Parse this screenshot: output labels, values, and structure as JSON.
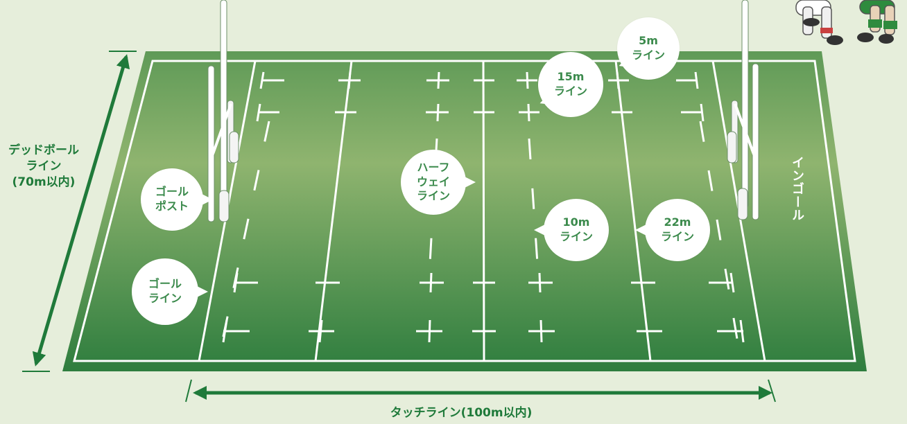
{
  "dimensions": {
    "deadball": [
      "デッドボール",
      "ライン",
      "(70m以内)"
    ],
    "touch": "タッチライン(100m以内)"
  },
  "labels": {
    "goal_post": [
      "ゴール",
      "ポスト"
    ],
    "goal_line": [
      "ゴール",
      "ライン"
    ],
    "halfway": [
      "ハーフ",
      "ウェイ",
      "ライン"
    ],
    "line_15m": [
      "15m",
      "ライン"
    ],
    "line_5m": [
      "5m",
      "ライン"
    ],
    "line_10m": [
      "10m",
      "ライン"
    ],
    "line_22m": [
      "22m",
      "ライン"
    ],
    "in_goal": "インゴール"
  },
  "colors": {
    "field_dark": "#2e7d3e",
    "field_light": "#8fb46f",
    "accent": "#1f7a3a",
    "background": "#e6eedb",
    "line": "#ffffff"
  }
}
